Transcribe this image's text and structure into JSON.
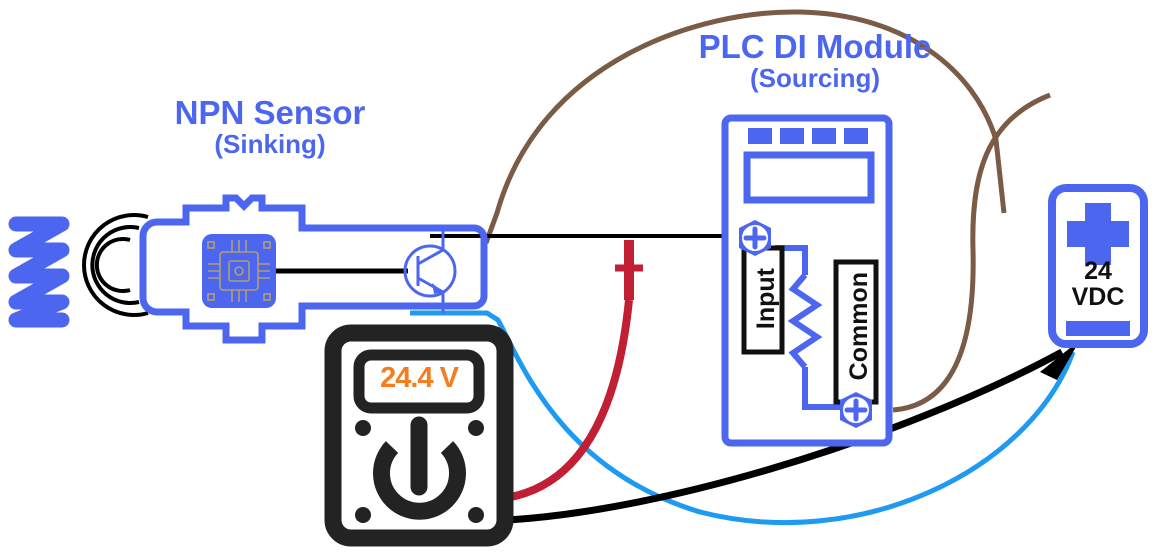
{
  "diagram": {
    "title": "NPN sinking sensor wired to sourcing PLC DI module with multimeter measuring 24.4 V",
    "background": "#FFFFFF"
  },
  "colors": {
    "accent_blue": "#4C66F0",
    "wire_brown": "#7A5B46",
    "wire_black": "#000000",
    "wire_lightblue": "#1E9BF0",
    "probe_red": "#C01F34",
    "meter_body": "#232323",
    "display_text": "#F57C20",
    "terminal_text": "#111111"
  },
  "sensor": {
    "title": "NPN Sensor",
    "subtitle": "(Sinking)",
    "icons": {
      "target_coil": "coil-target-icon",
      "sensing_field": "sensing-field-arcs-icon",
      "chip": "microchip-icon",
      "transistor": "npn-transistor-icon"
    }
  },
  "plc": {
    "title": "PLC DI Module",
    "subtitle": "(Sourcing)",
    "terminals": [
      {
        "label": "Input",
        "screw": "hex-screw-icon"
      },
      {
        "label": "Common",
        "screw": "hex-screw-icon"
      }
    ],
    "led_count": 4,
    "display_window": "blank-display-window"
  },
  "multimeter": {
    "reading": "24.4 V",
    "power_icon": "power-symbol-icon",
    "leads": [
      {
        "name": "red-probe-lead",
        "color": "#C01F34"
      },
      {
        "name": "black-probe-lead",
        "color": "#000000"
      }
    ]
  },
  "power_supply": {
    "value": "24",
    "unit": "VDC",
    "plus_icon": "plus-terminal-icon",
    "minus_icon": "minus-terminal-icon"
  },
  "wires": [
    {
      "name": "brown-wire-supply-positive",
      "color": "#7A5B46",
      "from": "sensor",
      "to": "power-supply-positive"
    },
    {
      "name": "black-wire-signal",
      "color": "#000000",
      "from": "sensor-transistor-collector",
      "to": "plc-input-terminal"
    },
    {
      "name": "lightblue-wire-sensor-negative",
      "color": "#1E9BF0",
      "from": "sensor-emitter",
      "to": "power-supply-negative"
    },
    {
      "name": "brown-wire-plc-common",
      "color": "#7A5B46",
      "from": "plc-common-terminal",
      "to": "power-supply-positive"
    },
    {
      "name": "black-wire-meter-negative",
      "color": "#000000",
      "from": "multimeter-black-lead",
      "to": "power-supply-negative"
    },
    {
      "name": "red-probe-wire",
      "color": "#C01F34",
      "from": "multimeter-red-lead",
      "to": "signal-wire-test-point"
    }
  ]
}
